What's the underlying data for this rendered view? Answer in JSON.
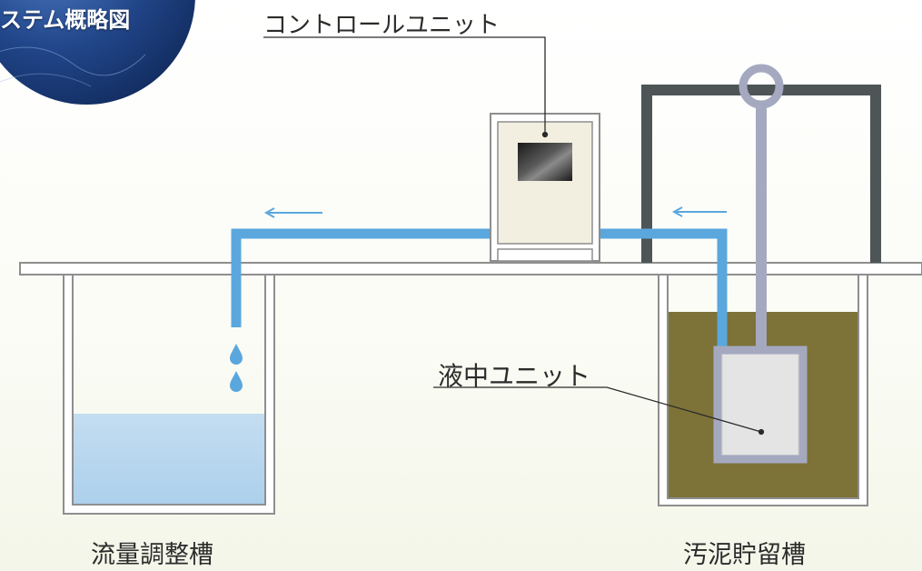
{
  "header": {
    "badge_title": "ステム概略図"
  },
  "labels": {
    "control_unit": "コントロールユニット",
    "submersible_unit": "液中ユニット",
    "flow_adjustment_tank": "流量調整槽",
    "sludge_storage_tank": "汚泥貯留槽"
  },
  "colors": {
    "pipe_water": "#5aa7de",
    "pipe_air": "#a5a9c0",
    "frame": "#4d5556",
    "sludge": "#7d7238",
    "water": "#bcd7ee",
    "badge": "#1d3f7e",
    "control_box": "#f2efe0"
  }
}
